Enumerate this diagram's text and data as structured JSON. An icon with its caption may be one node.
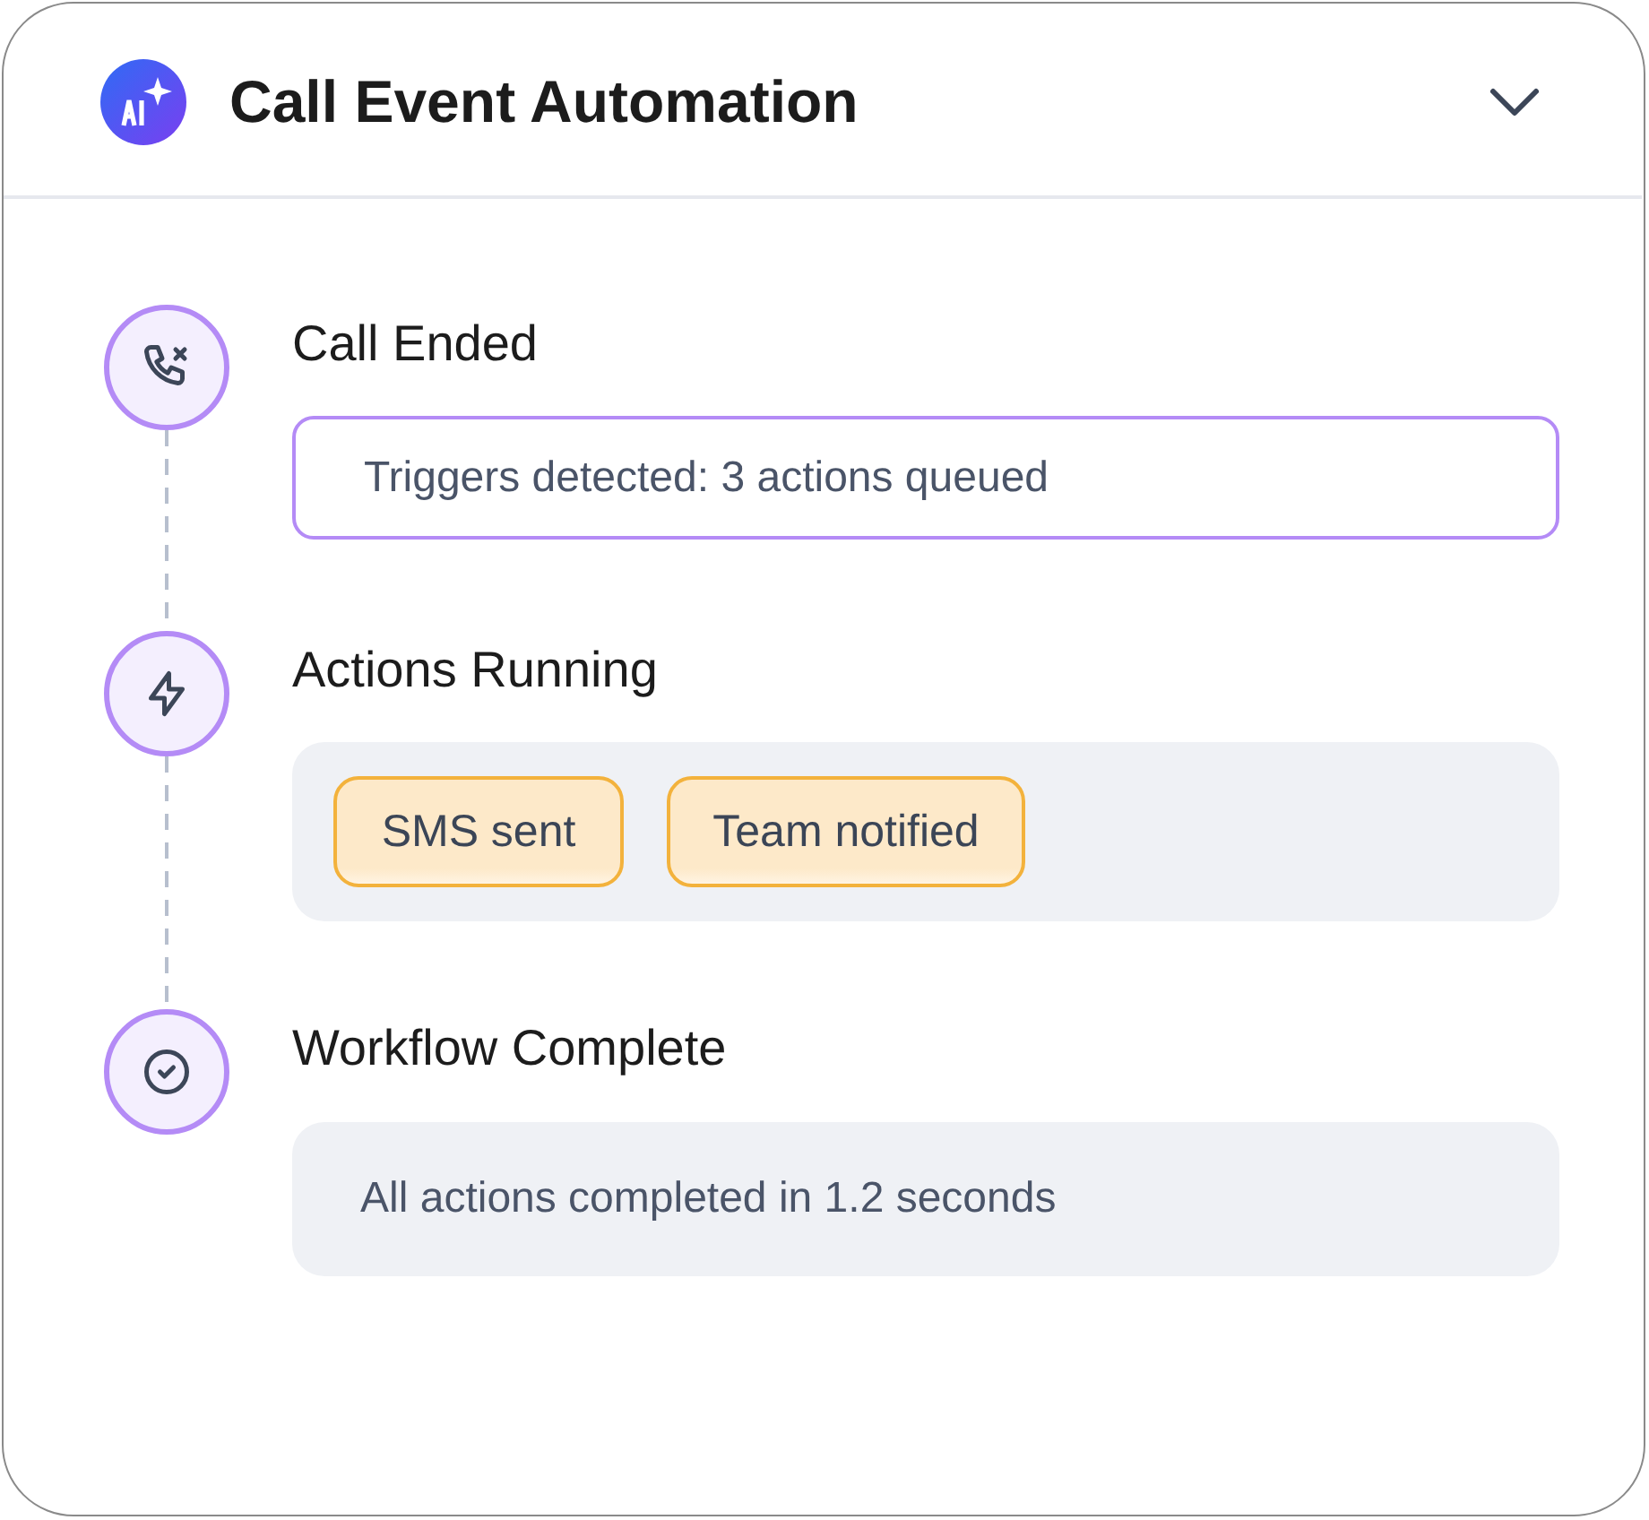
{
  "diagram": {
    "title": "Call Event Automation",
    "nodes": [
      {
        "text": [],
        "shape": "circle"
      },
      {
        "text": [
          "Triggers detected: 3 actions queued"
        ]
      },
      {
        "text": [],
        "shape": "circle"
      },
      {
        "text": [],
        "shape": "box"
      },
      {
        "text": [
          "SMS sent"
        ],
        "in": 3
      },
      {
        "text": [
          "Team notified"
        ],
        "in": 3
      },
      {
        "text": [],
        "shape": "circle"
      },
      {
        "text": [
          "All actions completed in 1.2 seconds"
        ]
      }
    ],
    "edges": [
      {
        "from": 0,
        "to": 2,
        "arrow": "none",
        "style": "dashed"
      },
      {
        "from": 2,
        "to": 6,
        "arrow": "none",
        "style": "dashed"
      }
    ],
    "labels": [
      "Call Ended",
      "Actions Running",
      "Workflow Complete"
    ]
  }
}
